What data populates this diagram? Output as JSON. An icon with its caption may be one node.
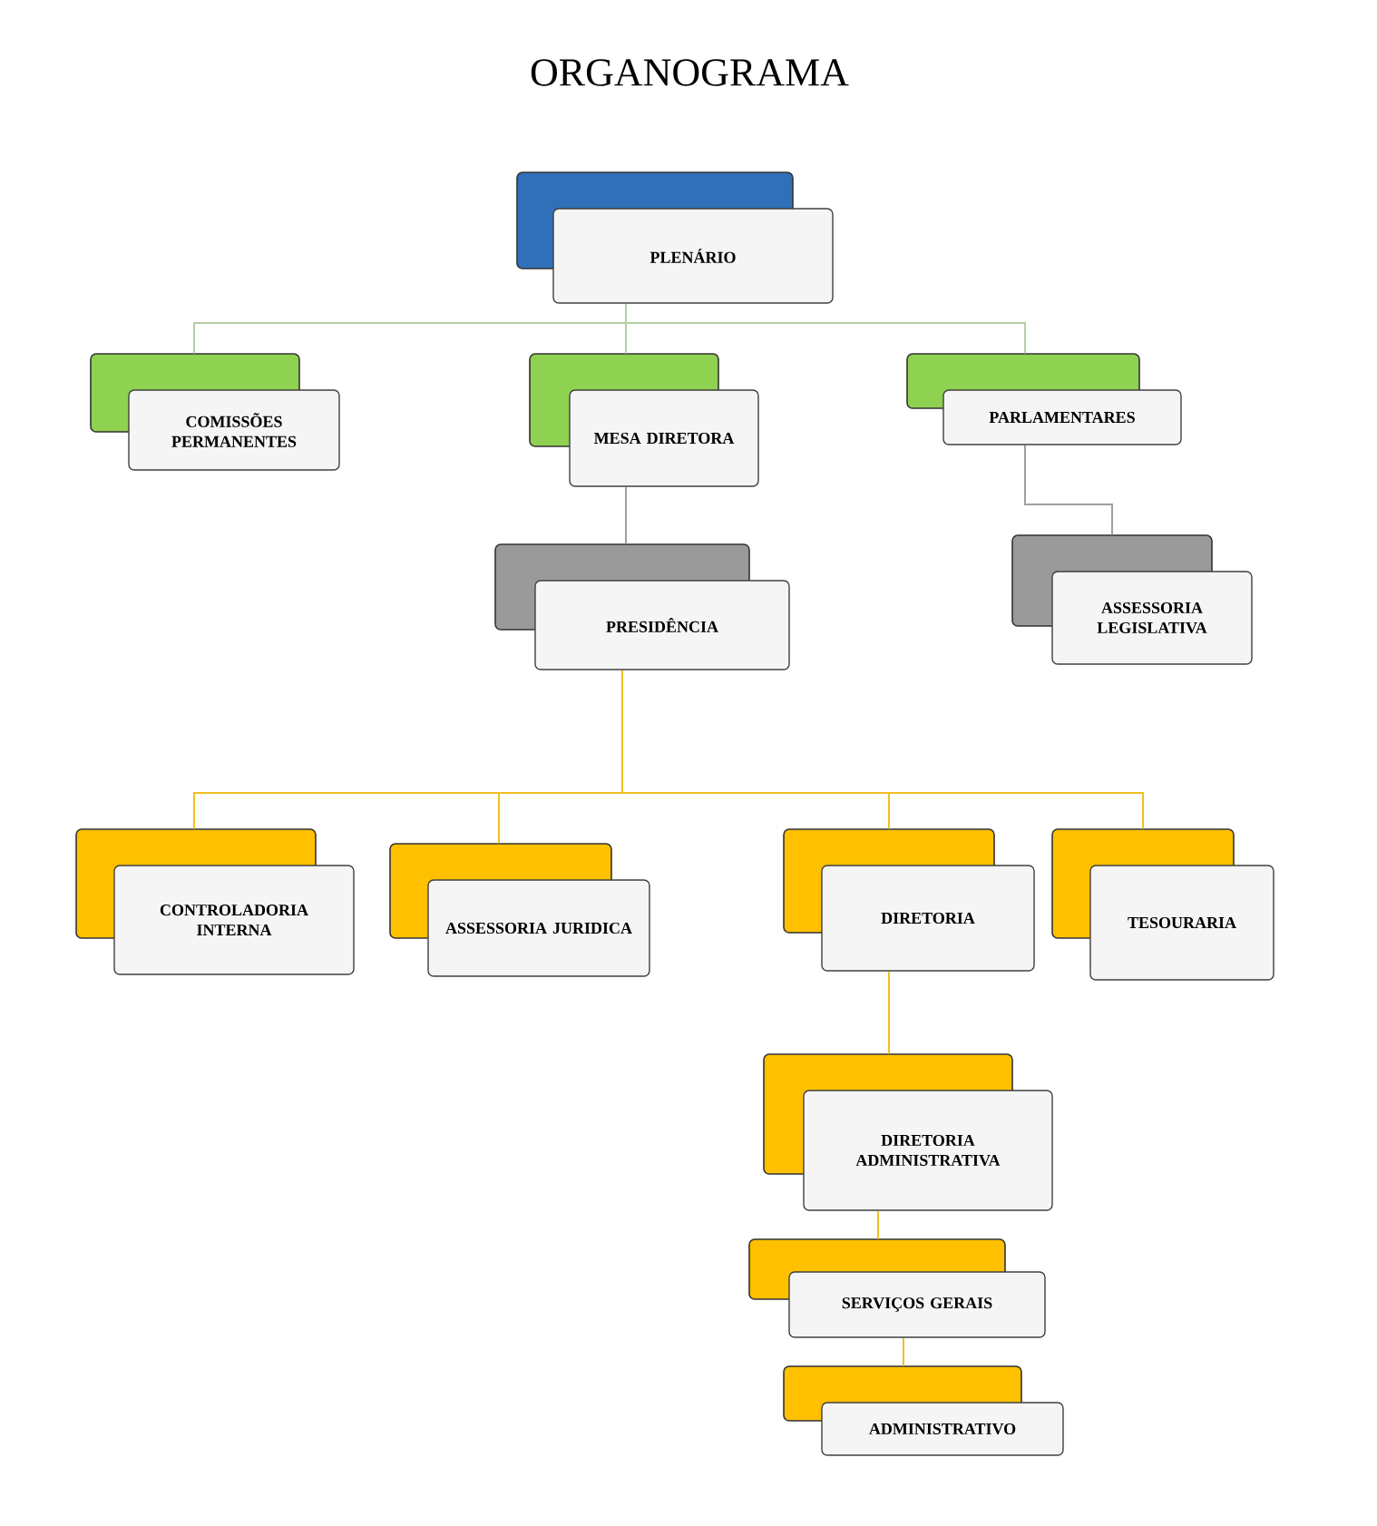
{
  "diagram": {
    "title": "ORGANOGRAMA",
    "nodes": [
      {
        "text": [
          "PLENÁRIO"
        ]
      },
      {
        "text": [
          "COMISSÕES PERMANENTES"
        ]
      },
      {
        "text": [
          "MESA DIRETORA"
        ]
      },
      {
        "text": [
          "PARLAMENTARES"
        ]
      },
      {
        "text": [
          "PRESIDÊNCIA"
        ]
      },
      {
        "text": [
          "ASSESSORIA LEGISLATIVA"
        ]
      },
      {
        "text": [
          "CONTROLADORIA INTERNA"
        ]
      },
      {
        "text": [
          "ASSESSORIA JURIDICA"
        ]
      },
      {
        "text": [
          "DIRETORIA"
        ]
      },
      {
        "text": [
          "TESOURARIA"
        ]
      },
      {
        "text": [
          "DIRETORIA ADMINISTRATIVA"
        ]
      },
      {
        "text": [
          "SERVIÇOS GERAIS"
        ]
      },
      {
        "text": [
          "ADMINISTRATIVO"
        ]
      }
    ],
    "edges": [
      {
        "from": 0,
        "to": 1,
        "arrow": "none",
        "color": "#b5cfa5"
      },
      {
        "from": 0,
        "to": 2,
        "arrow": "none",
        "color": "#b5cfa5"
      },
      {
        "from": 0,
        "to": 3,
        "arrow": "none",
        "color": "#b5cfa5"
      },
      {
        "from": 2,
        "to": 4,
        "arrow": "none",
        "color": "#a0a0a0"
      },
      {
        "from": 3,
        "to": 5,
        "arrow": "none",
        "color": "#a0a0a0"
      },
      {
        "from": 4,
        "to": 6,
        "arrow": "none"
      },
      {
        "from": 4,
        "to": 7,
        "arrow": "none"
      },
      {
        "from": 4,
        "to": 8,
        "arrow": "none"
      },
      {
        "from": 4,
        "to": 9,
        "arrow": "none"
      },
      {
        "from": 8,
        "to": 10,
        "arrow": "none"
      },
      {
        "from": 10,
        "to": 11,
        "arrow": "none"
      },
      {
        "from": 11,
        "to": 12,
        "arrow": "none"
      }
    ]
  }
}
